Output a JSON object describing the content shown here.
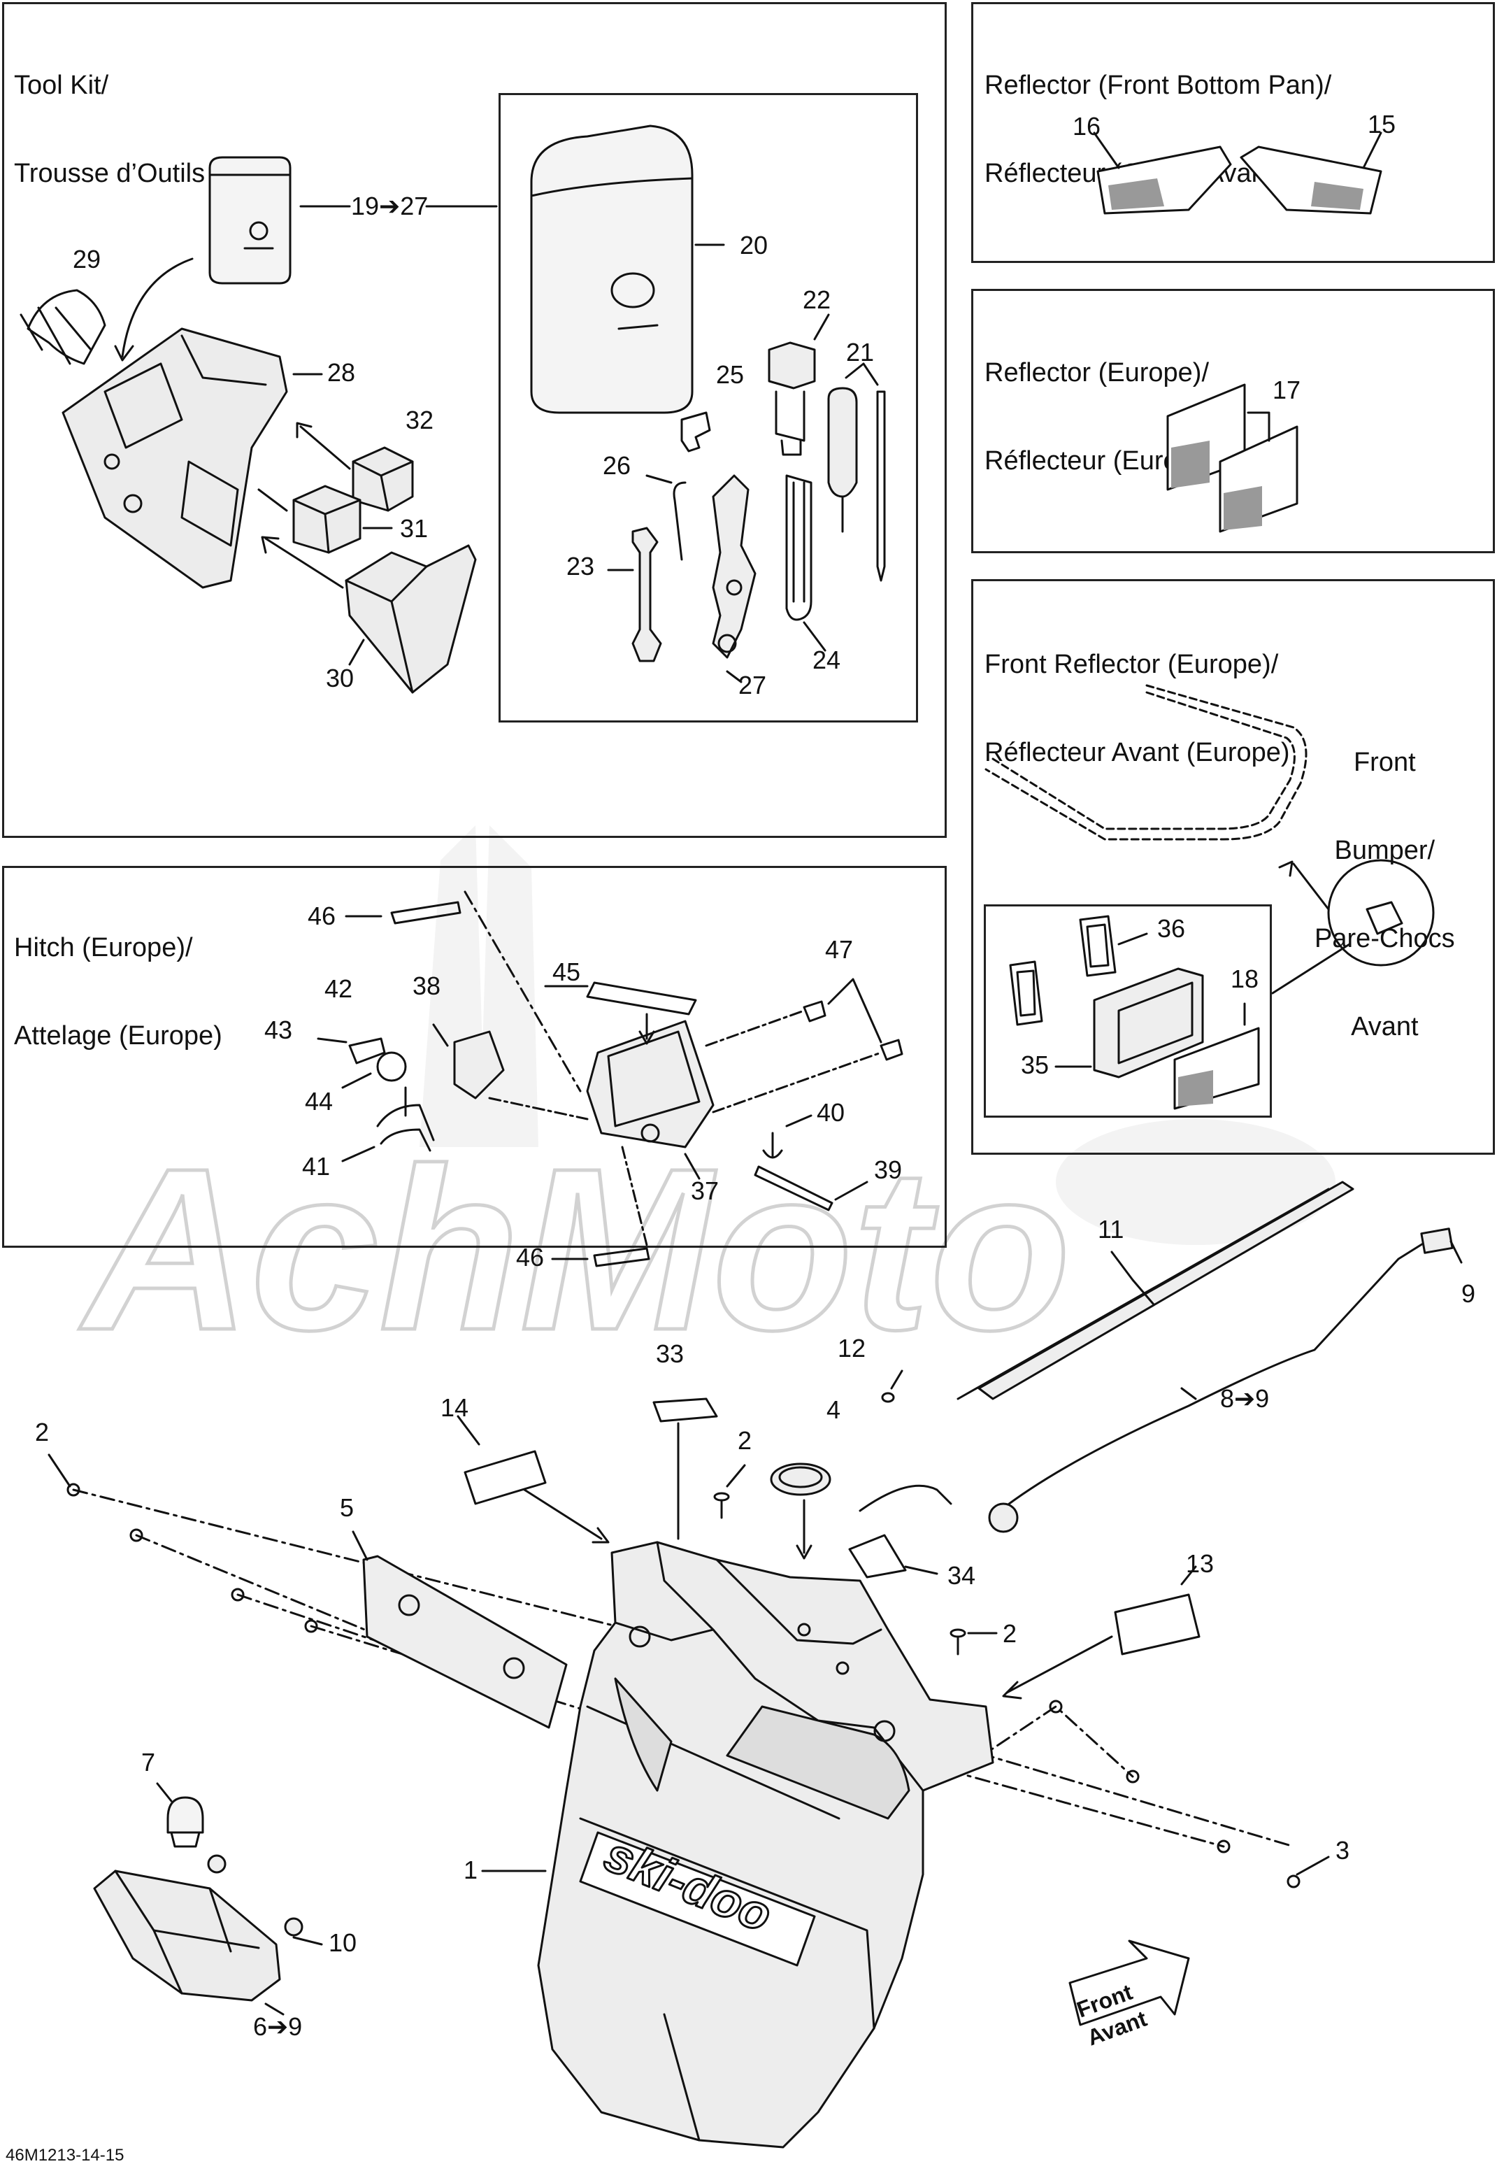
{
  "watermark": "AchMoto",
  "panels": {
    "tool_kit": {
      "title_line1": "Tool Kit/",
      "title_line2": "Trousse d’Outils"
    },
    "reflector_front_bottom_pan": {
      "title_line1": "Reflector (Front Bottom Pan)/",
      "title_line2": "Réflecteur (Coque Avant)"
    },
    "reflector_europe": {
      "title_line1": "Reflector (Europe)/",
      "title_line2": "Réflecteur (Europe)"
    },
    "front_reflector_europe": {
      "title_line1": "Front Reflector (Europe)/",
      "title_line2": "Réflecteur Avant (Europe)"
    },
    "hitch_europe": {
      "title_line1": "Hitch (Europe)/",
      "title_line2": "Attelage (Europe)"
    }
  },
  "front_bumper_label": {
    "line1": "Front",
    "line2": "Bumper/",
    "line3": "Pare-Chocs",
    "line4": "Avant"
  },
  "direction_arrow": {
    "line1": "Front",
    "line2": "Avant"
  },
  "brand_text": "ski-doo",
  "doc_number": "46M1213-14-15",
  "callouts": {
    "c1": "1",
    "c2a": "2",
    "c2b": "2",
    "c2c": "2",
    "c3": "3",
    "c4": "4",
    "c5": "5",
    "c6_9": "6➔9",
    "c7": "7",
    "c8_9": "8➔9",
    "c9": "9",
    "c10": "10",
    "c11": "11",
    "c12": "12",
    "c13": "13",
    "c14": "14",
    "c15": "15",
    "c16": "16",
    "c17": "17",
    "c18": "18",
    "c19_27": "19➔27",
    "c20": "20",
    "c21": "21",
    "c22": "22",
    "c23": "23",
    "c24": "24",
    "c25": "25",
    "c26": "26",
    "c27": "27",
    "c28": "28",
    "c29": "29",
    "c30": "30",
    "c31": "31",
    "c32": "32",
    "c33": "33",
    "c34": "34",
    "c35": "35",
    "c36": "36",
    "c37": "37",
    "c38": "38",
    "c39": "39",
    "c40": "40",
    "c41": "41",
    "c42": "42",
    "c43": "43",
    "c44": "44",
    "c45": "45",
    "c46a": "46",
    "c46b": "46",
    "c47": "47"
  }
}
